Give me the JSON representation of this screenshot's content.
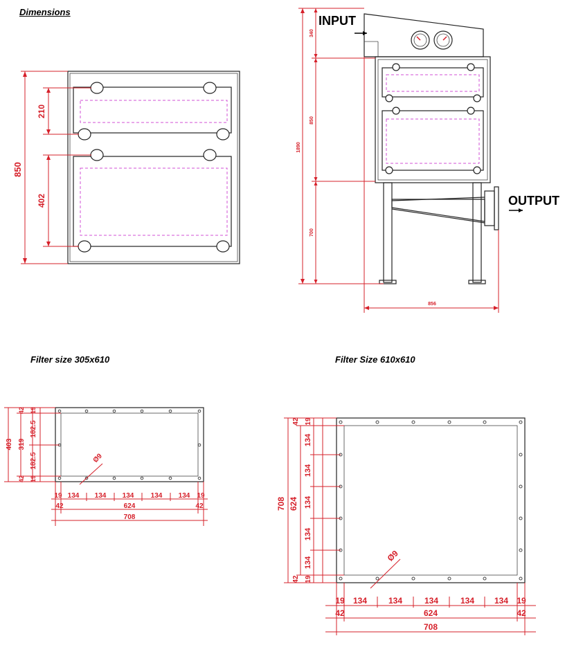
{
  "captions": {
    "dimensions": "Dimensions ",
    "filter_small": "Filter size 305x610",
    "filter_large": "Filter Size 610x610"
  },
  "front_view": {
    "overall_height": "850",
    "upper_height": "210",
    "lower_height": "402"
  },
  "side_view": {
    "input_label": "INPUT",
    "output_label": "OUTPUT",
    "top_height": "340",
    "total_height": "1890",
    "body_height": "850",
    "leg_height": "700",
    "width": "856"
  },
  "filter_small": {
    "overall_height": "403",
    "inner_height": "319",
    "upper_pitch": "182.5",
    "lower_pitch": "182.5",
    "top_edge": "42",
    "top_inset": "19",
    "bottom_edge": "42",
    "bottom_inset": "19",
    "hole_diameter": "Ø9",
    "left_inset": "19",
    "right_inset": "19",
    "pitches": [
      "134",
      "134",
      "134",
      "134",
      "134"
    ],
    "left_edge": "42",
    "right_edge": "42",
    "inner_width": "624",
    "overall_width": "708"
  },
  "filter_large": {
    "overall_height": "708",
    "inner_height": "624",
    "top_edge": "42",
    "top_inset": "19",
    "bottom_edge": "42",
    "bottom_inset": "19",
    "v_pitches": [
      "134",
      "134",
      "134",
      "134",
      "134"
    ],
    "hole_diameter": "Ø9",
    "left_inset": "19",
    "right_inset": "19",
    "h_pitches": [
      "134",
      "134",
      "134",
      "134",
      "134"
    ],
    "left_edge": "42",
    "right_edge": "42",
    "inner_width": "624",
    "overall_width": "708"
  },
  "colors": {
    "dimension": "#d6202a",
    "filter_outline": "#d14fd6",
    "drawing": "#222222"
  }
}
